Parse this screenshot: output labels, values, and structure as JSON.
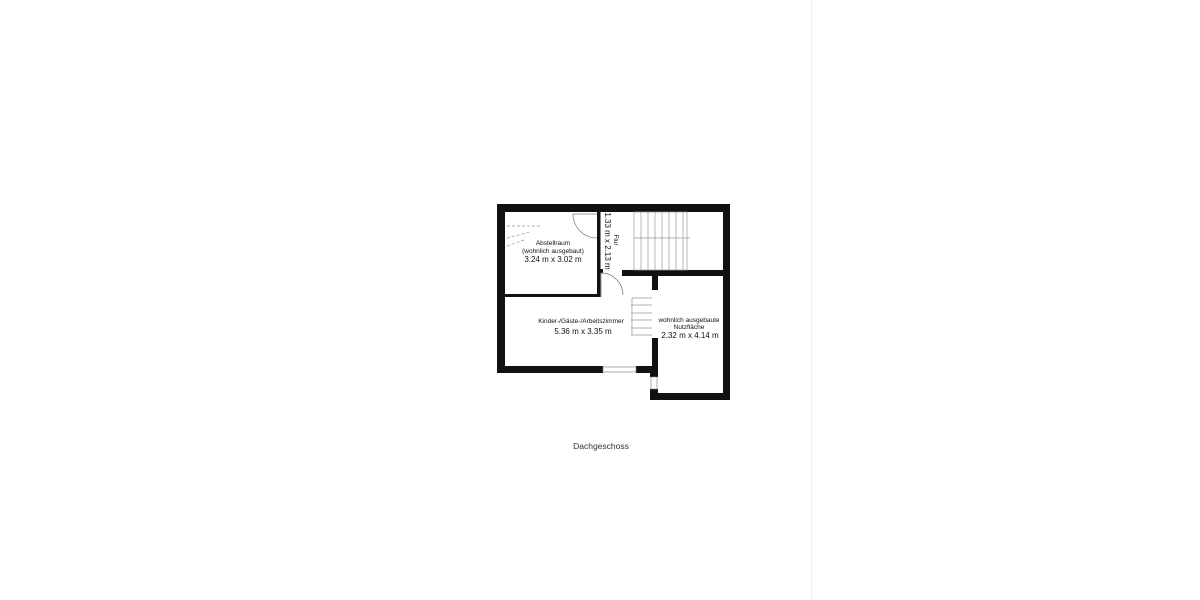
{
  "plan": {
    "rooms": [
      {
        "name": "Abstellraum",
        "note": "(wohnlich ausgebaut)",
        "size": "3.24 m x 3.02 m"
      },
      {
        "name": "Flur",
        "size": "1.33 m x 2.13 m"
      },
      {
        "name": "Kinder-/Gäste-/Arbeitszimmer",
        "size": "5.36 m x 3.35 m"
      },
      {
        "name": "wohnlich ausgebaute",
        "note": "Nutzfläche",
        "size": "2.32 m x 4.14 m"
      }
    ],
    "caption": "Dachgeschoss",
    "wall_color": "#111111"
  }
}
